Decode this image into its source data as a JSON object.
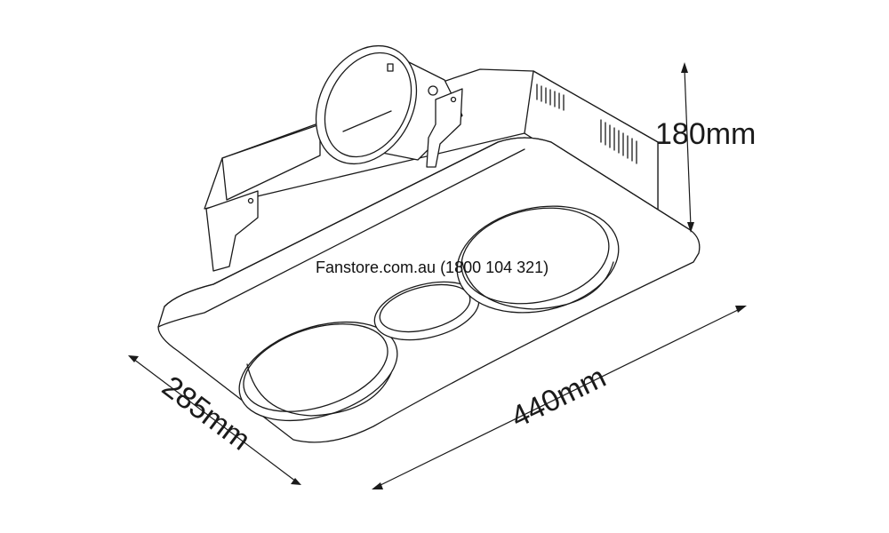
{
  "dimensions": {
    "height": "180mm",
    "depth": "285mm",
    "width": "440mm"
  },
  "watermark": "Fanstore.com.au (1800 104 321)",
  "colors": {
    "line": "#1a1a1a",
    "background": "#ffffff"
  }
}
